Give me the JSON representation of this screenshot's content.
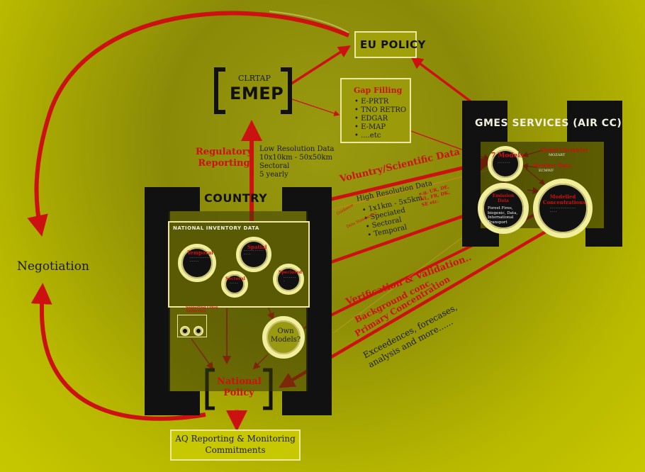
{
  "negotiation": "Negotiation",
  "eu_policy": "EU POLICY",
  "emep": {
    "top": "CLRTAP",
    "main": "EMEP"
  },
  "gap_filling": {
    "title": "Gap Filling",
    "items": [
      "E-PRTR",
      "TNO RETRO",
      "EDGAR",
      "E-MAP",
      "....etc"
    ]
  },
  "gmes": {
    "title": "GMES SERVICES (AIR CC)",
    "models": "7 Models",
    "global_chem": "Global Chemistry",
    "global_chem_sub": "MOZART",
    "weather": "Weather Data",
    "weather_sub": "ECMWF",
    "emission": "Emission Data",
    "emission_desc": "Forest Fires, biogenic, Data, International Transport",
    "modelled": "Modelled Concentrations"
  },
  "regulatory": "Regulatory Reporting",
  "low_res": [
    "Low Resolution Data",
    "10x10km - 50x50km",
    "Sectoral",
    "5 yearly"
  ],
  "country": {
    "title": "COUNTRY",
    "inventory": "NATIONAL INVENTORY DATA",
    "temporal": "Temporal",
    "spatial": "Spatial",
    "sectoral": "Sectoral",
    "speciated": "Speciated",
    "supporting": "Supporting Urban Authorities",
    "own_models": "Own Models?",
    "national_policy": "National Policy"
  },
  "voluntary": "Voluntry/Scientific Data",
  "high_res": {
    "title": "High Resolution Data",
    "items": [
      "1x1km - 5x5km",
      "Speciated",
      "Sectoral",
      "Temporal"
    ]
  },
  "countries_note": "e.g. UK, DE, NL, FR, DK, SE etc.",
  "guidance": "Guidance",
  "data_standards": "Data Standards?",
  "verification": "Verification & Validation..",
  "background": "Background conc.",
  "primary": "Primary Concentration",
  "exceedences": "Exceedences, forecases, analysis and more......",
  "aq": "AQ Reporting & Monitoring Commitments",
  "colors": {
    "red": "#cc1111",
    "frame": "#efe8a0",
    "black": "#111111"
  }
}
